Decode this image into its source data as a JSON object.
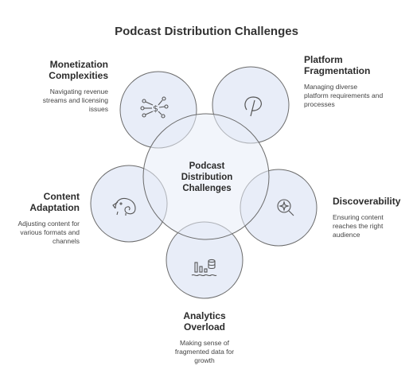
{
  "title": "Podcast Distribution Challenges",
  "center": {
    "label": "Podcast Distribution Challenges"
  },
  "colors": {
    "circle_fill": "#e8edf8",
    "circle_stroke": "#6b6b6b",
    "icon_stroke": "#555555",
    "text": "#2b2b2b"
  },
  "items": [
    {
      "key": "monetization",
      "title": "Monetization Complexities",
      "description": "Navigating revenue streams and licensing issues",
      "icon": "dollar-network-icon"
    },
    {
      "key": "platform",
      "title": "Platform Fragmentation",
      "description": "Managing diverse platform requirements and processes",
      "icon": "pinterest-p-icon"
    },
    {
      "key": "content",
      "title": "Content Adaptation",
      "description": "Adjusting content for various formats and channels",
      "icon": "chameleon-icon"
    },
    {
      "key": "discoverability",
      "title": "Discoverability",
      "description": "Ensuring content reaches the right audience",
      "icon": "sparkle-search-icon"
    },
    {
      "key": "analytics",
      "title": "Analytics Overload",
      "description": "Making sense of fragmented data for growth",
      "icon": "bar-chart-database-icon"
    }
  ]
}
